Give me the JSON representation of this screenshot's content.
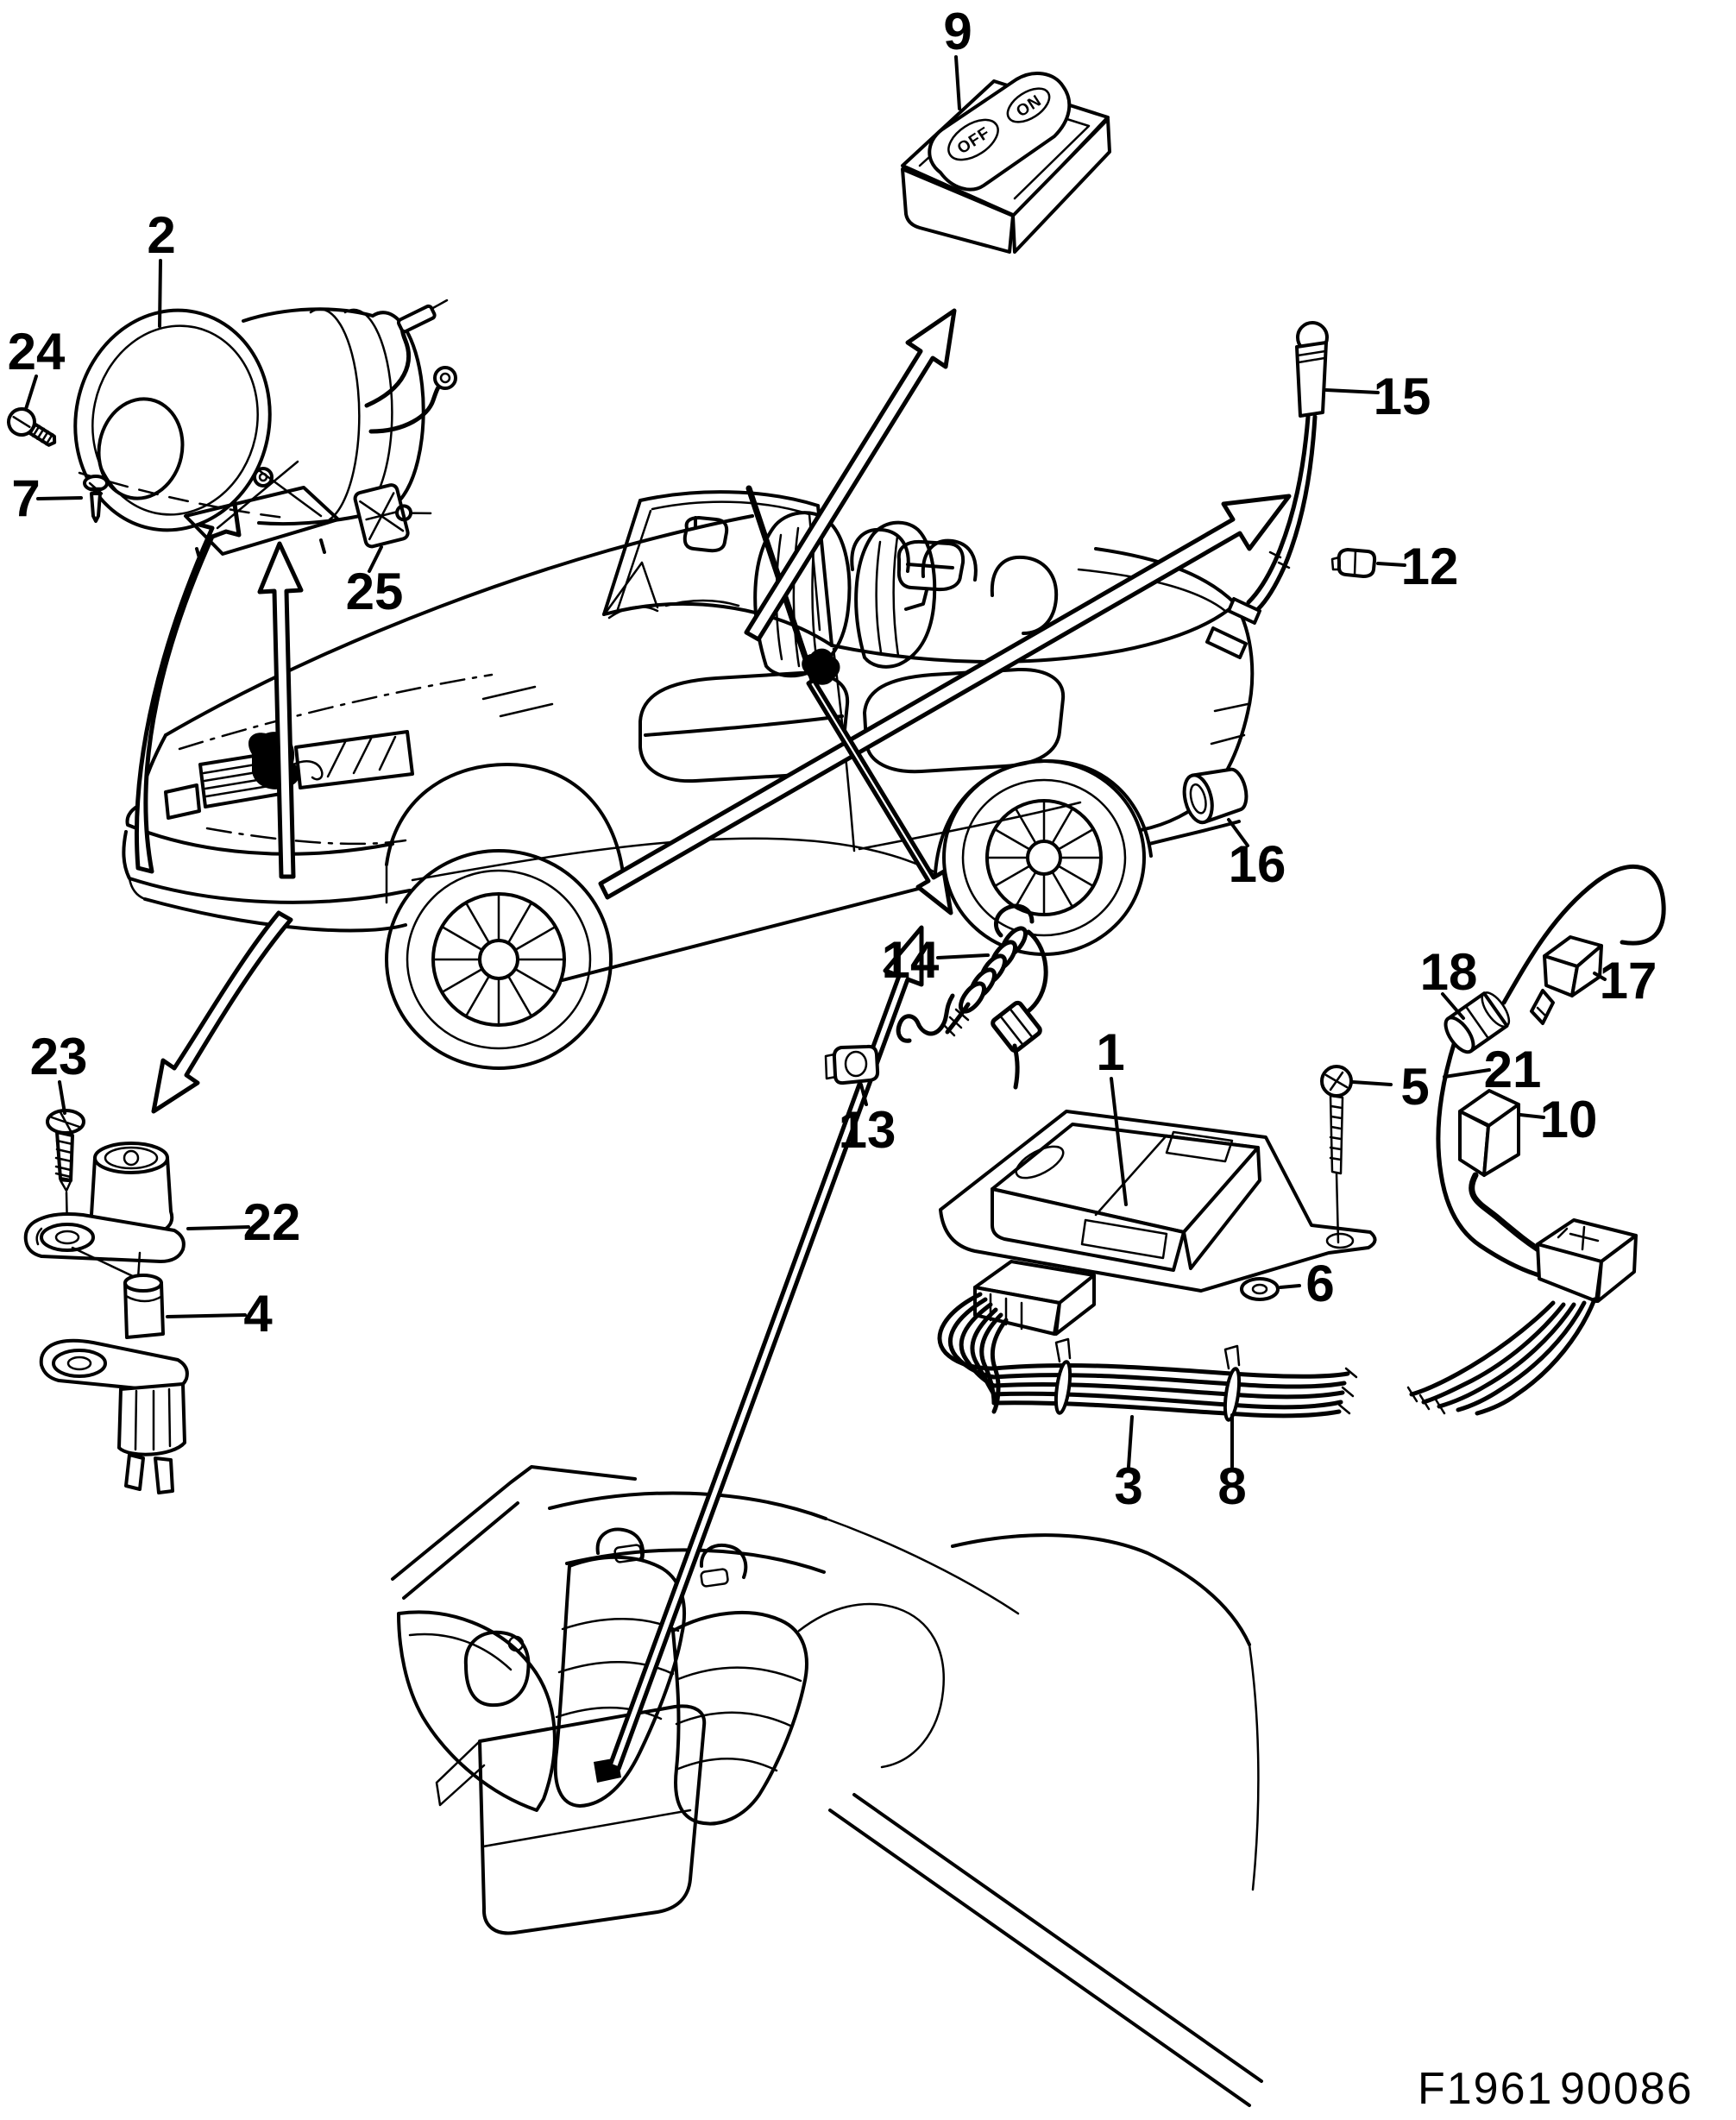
{
  "page": {
    "background_color": "#ffffff",
    "ink_color": "#000000",
    "description_of_pixels": "black-and-white exploded parts diagram of an anti-theft alarm system for a Saab 900 convertible"
  },
  "figure": {
    "drawing_ref": "F1961",
    "image_ref": "90086"
  },
  "switch_9": {
    "off_label": "OFF",
    "on_label": "ON"
  },
  "callouts": {
    "c1": "1",
    "c2": "2",
    "c3": "3",
    "c4": "4",
    "c5": "5",
    "c6": "6",
    "c7": "7",
    "c8": "8",
    "c9": "9",
    "c10": "10",
    "c12": "12",
    "c13": "13",
    "c14": "14",
    "c15": "15",
    "c16": "16",
    "c17": "17",
    "c18": "18",
    "c21": "21",
    "c22": "22",
    "c23": "23",
    "c24": "24",
    "c25": "25"
  }
}
